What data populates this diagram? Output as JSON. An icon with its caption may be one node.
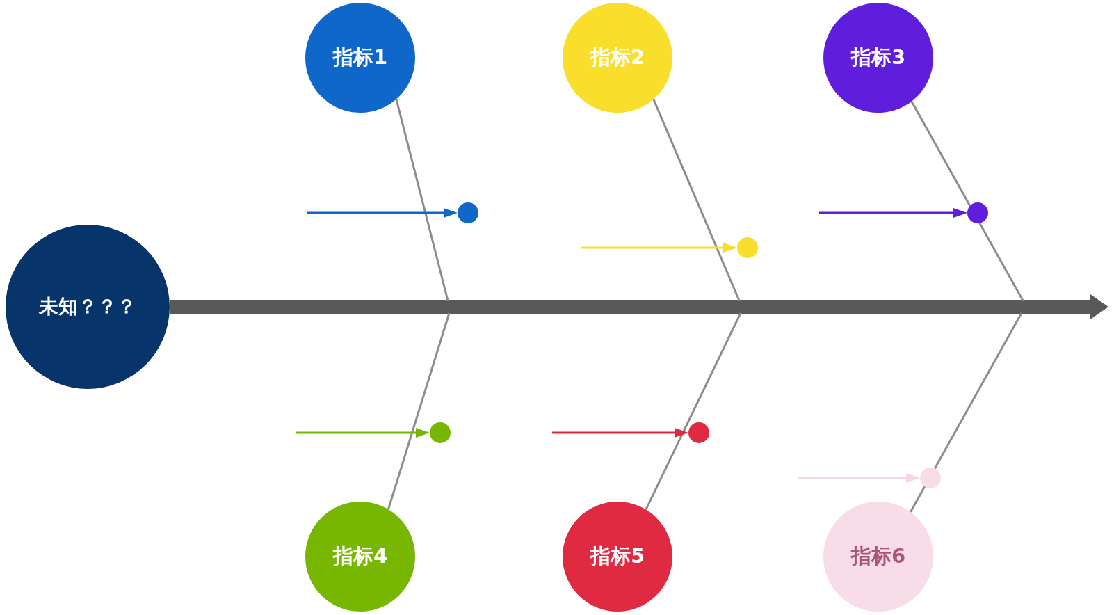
{
  "diagram": {
    "nodes": [
      {
        "text": [
          "未知？？？"
        ]
      },
      {
        "text": [
          "指标1"
        ]
      },
      {
        "text": [
          "指标2"
        ]
      },
      {
        "text": [
          "指标3"
        ]
      },
      {
        "text": [
          "指标4"
        ]
      },
      {
        "text": [
          "指标5"
        ]
      },
      {
        "text": [
          "指标6"
        ]
      },
      {
        "text": [],
        "shape": "circle"
      },
      {
        "text": [],
        "shape": "circle"
      },
      {
        "text": [],
        "shape": "circle"
      },
      {
        "text": [],
        "shape": "circle"
      },
      {
        "text": [],
        "shape": "circle"
      },
      {
        "text": [],
        "shape": "circle"
      }
    ],
    "edges": [
      {
        "from": 0,
        "to": null,
        "arrow": "to",
        "style": "thick",
        "color": "#595959"
      },
      {
        "from": 1,
        "to": null,
        "arrow": "none"
      },
      {
        "from": 2,
        "to": null,
        "arrow": "none"
      },
      {
        "from": 3,
        "to": null,
        "arrow": "none"
      },
      {
        "from": 4,
        "to": null,
        "arrow": "none"
      },
      {
        "from": 5,
        "to": null,
        "arrow": "none"
      },
      {
        "from": 6,
        "to": null,
        "arrow": "none"
      },
      {
        "from": null,
        "to": 7,
        "arrow": "to",
        "color": "#0f68c9"
      },
      {
        "from": null,
        "to": 8,
        "arrow": "to",
        "color": "#f8dd2e"
      },
      {
        "from": null,
        "to": 9,
        "arrow": "to",
        "color": "#5f1edc"
      },
      {
        "from": null,
        "to": 10,
        "arrow": "to",
        "color": "#76b600"
      },
      {
        "from": null,
        "to": 11,
        "arrow": "to",
        "color": "#dd2a40"
      },
      {
        "from": null,
        "to": 12,
        "arrow": "to",
        "color": "#f6d6e3"
      }
    ]
  }
}
